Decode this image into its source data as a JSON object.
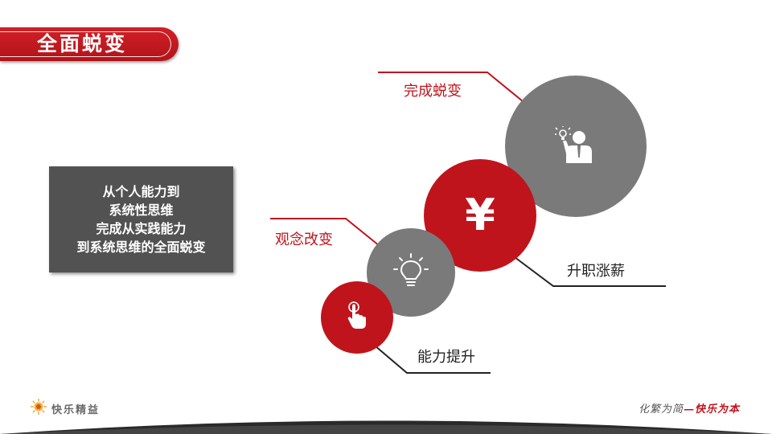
{
  "header": {
    "title": "全面蜕变"
  },
  "summary": {
    "lines": [
      "从个人能力到",
      "系统性思维",
      "完成从实践能力",
      "到系统思维的全面蜕变"
    ]
  },
  "stages": [
    {
      "label": "能力提升",
      "icon": "hand-pointer-icon",
      "color": "#c0141c"
    },
    {
      "label": "观念改变",
      "icon": "lightbulb-icon",
      "color": "#7a7a7a"
    },
    {
      "label": "升职涨薪",
      "icon": "yen-icon",
      "glyph": "¥",
      "color": "#c0141c"
    },
    {
      "label": "完成蜕变",
      "icon": "businessman-icon",
      "color": "#7a7a7a"
    }
  ],
  "footer": {
    "brand": "快乐精益",
    "slogan_gray": "化繁为简",
    "slogan_sep": "—",
    "slogan_red": "快乐为本",
    "logo_icon": "sun-logo-icon"
  },
  "colors": {
    "accent_red": "#c0141c",
    "gray": "#7a7a7a",
    "dark_box": "#525252",
    "band": "#2a2a2a"
  }
}
